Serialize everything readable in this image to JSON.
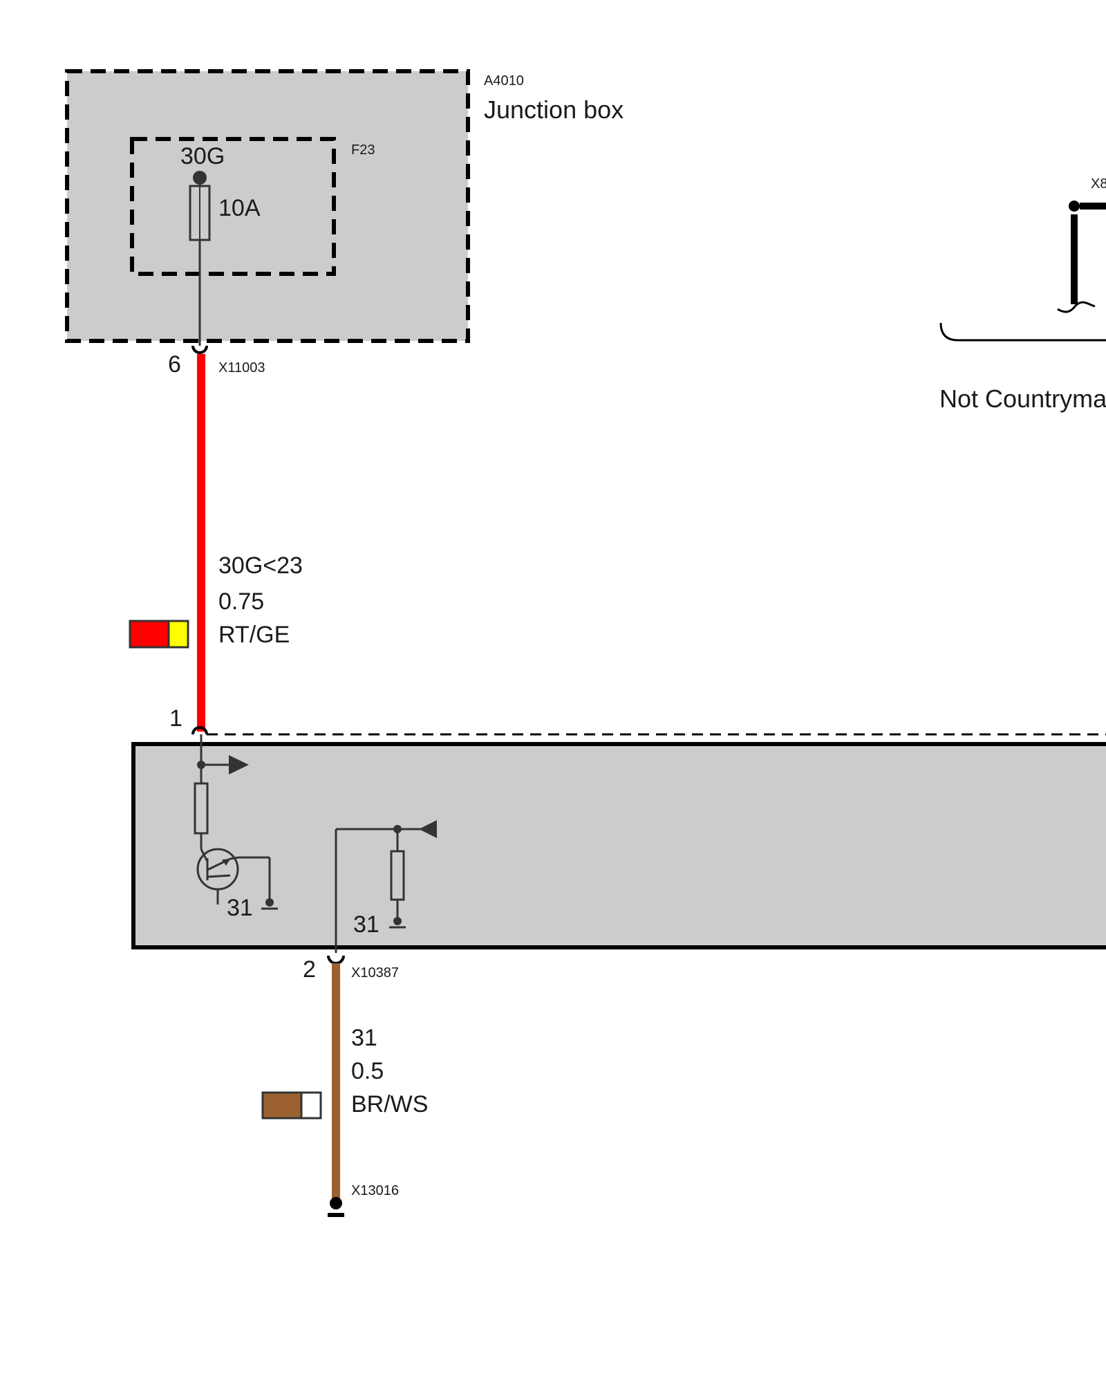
{
  "junction_box": {
    "id": "A4010",
    "title": "Junction box",
    "fuse_id": "F23",
    "fuse_terminal": "30G",
    "fuse_rating": "10A",
    "pin": "6",
    "connector": "X11003"
  },
  "wire_top": {
    "signal": "30G<23",
    "gauge": "0.75",
    "color_code": "RT/GE",
    "swatch_colors": [
      "#ff0000",
      "#ffff00"
    ],
    "line_color": "#ff0000"
  },
  "module": {
    "pin_top": "1",
    "ground_label_left": "31",
    "ground_label_right": "31",
    "pin_bottom": "2",
    "connector_bottom": "X10387"
  },
  "wire_bottom": {
    "signal": "31",
    "gauge": "0.5",
    "color_code": "BR/WS",
    "swatch_colors": [
      "#9b6131",
      "#ffffff"
    ],
    "line_color": "#9b6131",
    "ground_connector": "X13016"
  },
  "right_area": {
    "connector_partial": "X8",
    "note": "Not Countryma"
  },
  "colors": {
    "box_fill": "#cccccc",
    "line": "#333333"
  }
}
